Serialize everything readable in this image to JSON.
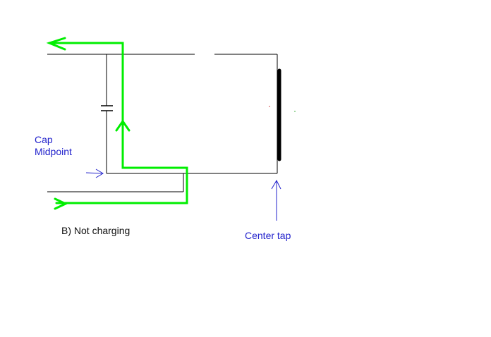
{
  "labels": {
    "cap_midpoint_line1": "Cap",
    "cap_midpoint_line2": "Midpoint",
    "caption": "B) Not charging",
    "center_tap": "Center tap"
  },
  "colors": {
    "background": "#ffffff",
    "wire": "#000000",
    "current_path": "#00ee00",
    "annotation": "#2222cc",
    "caption_text": "#111111"
  }
}
